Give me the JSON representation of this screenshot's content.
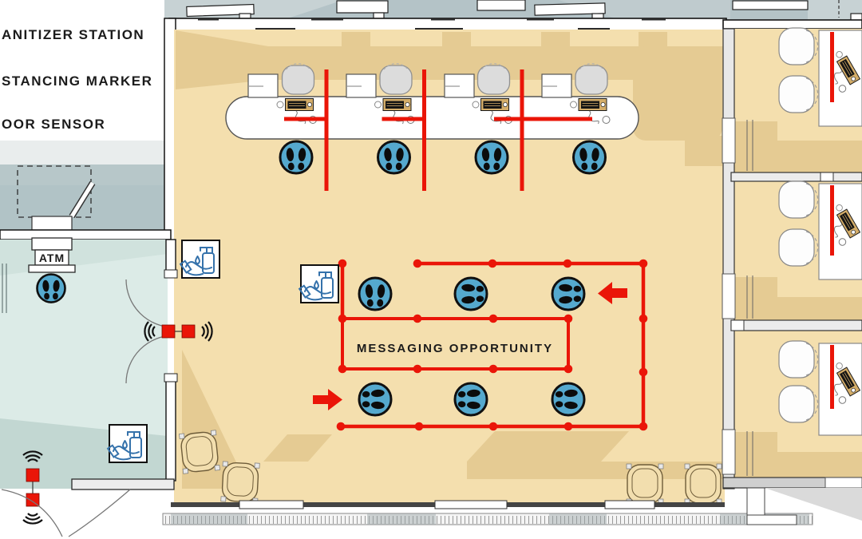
{
  "legend": {
    "items": [
      {
        "id": "sanitizer-station",
        "label": "ANITIZER STATION"
      },
      {
        "id": "distancing-marker",
        "label": "STANCING MARKER"
      },
      {
        "id": "door-sensor",
        "label": "OOR SENSOR"
      }
    ]
  },
  "labels": {
    "atm": "ATM",
    "messaging": "MESSAGING OPPORTUNITY"
  },
  "icons": {
    "distancing_marker": "footprints-in-blue-circle",
    "sanitizer_station": "hand-under-pump-bottle",
    "door_sensor": "red-square-with-signal-waves",
    "flow_arrow": "red-block-arrow"
  },
  "colors": {
    "accent_red": "#ea1508",
    "marker_blue": "#55a9ce",
    "floor_tan": "#f4dfae",
    "shadow_tan": "#e5cb93",
    "vestibule_teal": "#dcebe7",
    "vestibule_shadow": "#c2d7d2",
    "outside_gray": "#b4c3c7",
    "sanitizer_blue": "#3572ab"
  },
  "counts": {
    "distancing_markers": 11,
    "sanitizer_stations": 3,
    "door_sensors": 4,
    "teller_stations": 4,
    "offices": 3
  }
}
